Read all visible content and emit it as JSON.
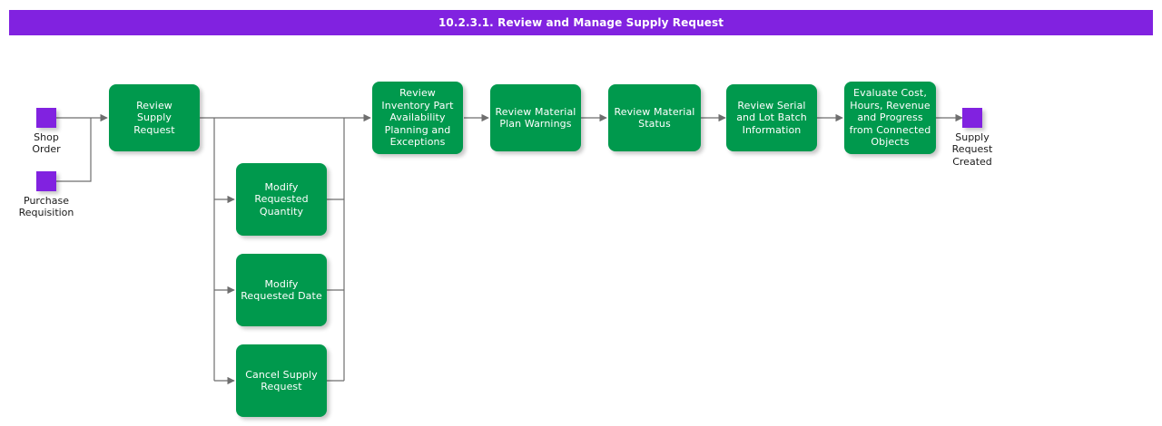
{
  "header": {
    "title": "10.2.3.1. Review and Manage Supply Request",
    "background_color": "#8122e0",
    "text_color": "#ffffff"
  },
  "colors": {
    "process_green": "#00994d",
    "terminator_purple": "#8122e0",
    "connector_gray": "#6e6e6e",
    "canvas": "#ffffff"
  },
  "terminators": [
    {
      "id": "shop-order",
      "label": "Shop Order"
    },
    {
      "id": "purchase-requisition",
      "label": "Purchase\nRequisition"
    },
    {
      "id": "supply-request-created",
      "label": "Supply\nRequest\nCreated"
    }
  ],
  "main_flow": [
    {
      "id": "review-supply-request",
      "label": "Review\nSupply\nRequest"
    },
    {
      "id": "review-inventory-part-availability",
      "label": "Review\nInventory Part\nAvailability\nPlanning and\nExceptions"
    },
    {
      "id": "review-material-plan-warnings",
      "label": "Review Material\nPlan Warnings"
    },
    {
      "id": "review-material-status",
      "label": "Review Material\nStatus"
    },
    {
      "id": "review-serial-and-lot-batch-information",
      "label": "Review Serial\nand Lot Batch\nInformation"
    },
    {
      "id": "evaluate-cost-hours-revenue-progress",
      "label": "Evaluate Cost,\nHours, Revenue\nand Progress\nfrom Connected\nObjects"
    }
  ],
  "branch_flow": [
    {
      "id": "modify-requested-quantity",
      "label": "Modify\nRequested\nQuantity"
    },
    {
      "id": "modify-requested-date",
      "label": "Modify\nRequested Date"
    },
    {
      "id": "cancel-supply-request",
      "label": "Cancel Supply\nRequest"
    }
  ],
  "chart_data": {
    "type": "diagram",
    "title": "10.2.3.1. Review and Manage Supply Request",
    "nodes": [
      {
        "name": "Shop Order",
        "kind": "terminator"
      },
      {
        "name": "Purchase Requisition",
        "kind": "terminator"
      },
      {
        "name": "Review Supply Request",
        "kind": "process"
      },
      {
        "name": "Modify Requested Quantity",
        "kind": "process"
      },
      {
        "name": "Modify Requested Date",
        "kind": "process"
      },
      {
        "name": "Cancel Supply Request",
        "kind": "process"
      },
      {
        "name": "Review Inventory Part Availability Planning and Exceptions",
        "kind": "process"
      },
      {
        "name": "Review Material Plan Warnings",
        "kind": "process"
      },
      {
        "name": "Review Material Status",
        "kind": "process"
      },
      {
        "name": "Review Serial and Lot Batch Information",
        "kind": "process"
      },
      {
        "name": "Evaluate Cost, Hours, Revenue and Progress from Connected Objects",
        "kind": "process"
      },
      {
        "name": "Supply Request Created",
        "kind": "terminator"
      }
    ],
    "edges": [
      {
        "from": "Shop Order",
        "to": "Review Supply Request"
      },
      {
        "from": "Purchase Requisition",
        "to": "Review Supply Request"
      },
      {
        "from": "Review Supply Request",
        "to": "Review Inventory Part Availability Planning and Exceptions"
      },
      {
        "from": "Review Supply Request",
        "to": "Modify Requested Quantity"
      },
      {
        "from": "Review Supply Request",
        "to": "Modify Requested Date"
      },
      {
        "from": "Review Supply Request",
        "to": "Cancel Supply Request"
      },
      {
        "from": "Modify Requested Quantity",
        "to": "Review Inventory Part Availability Planning and Exceptions"
      },
      {
        "from": "Modify Requested Date",
        "to": "Review Inventory Part Availability Planning and Exceptions"
      },
      {
        "from": "Cancel Supply Request",
        "to": "Review Inventory Part Availability Planning and Exceptions"
      },
      {
        "from": "Review Inventory Part Availability Planning and Exceptions",
        "to": "Review Material Plan Warnings"
      },
      {
        "from": "Review Material Plan Warnings",
        "to": "Review Material Status"
      },
      {
        "from": "Review Material Status",
        "to": "Review Serial and Lot Batch Information"
      },
      {
        "from": "Review Serial and Lot Batch Information",
        "to": "Evaluate Cost, Hours, Revenue and Progress from Connected Objects"
      },
      {
        "from": "Evaluate Cost, Hours, Revenue and Progress from Connected Objects",
        "to": "Supply Request Created"
      }
    ]
  }
}
